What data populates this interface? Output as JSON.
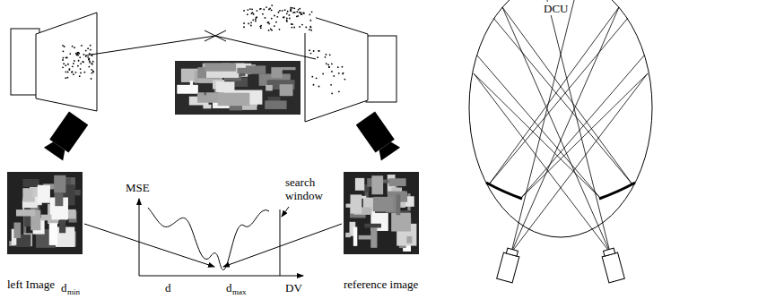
{
  "diagram": {
    "nodes": [
      {
        "text": [
          "left Image"
        ]
      },
      {
        "text": [
          "reference image"
        ]
      }
    ],
    "labels": [
      "MSE",
      "search window",
      "d",
      "min",
      "d",
      "d",
      "max",
      "DV",
      "DCU"
    ]
  }
}
